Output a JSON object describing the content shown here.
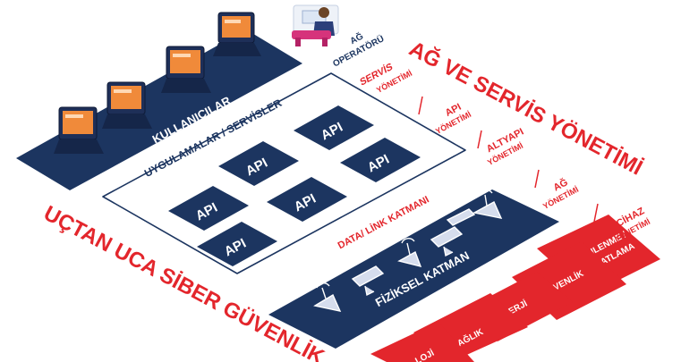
{
  "operator": {
    "line1": "AĞ",
    "line2": "OPERATÖRÜ"
  },
  "users_label": "KULLANICILAR",
  "apps_label": "UYGULAMALAR / SERVİSLER",
  "api_label": "API",
  "data_link_label": "DATA/ LİNK KATMANI",
  "physical_label": "FİZİKSEL KATMAN",
  "title_right": "AĞ VE SERVİS YÖNETİMİ",
  "title_left": "UÇTAN UCA SİBER GÜVENLİK",
  "management": [
    {
      "line1": "SERVİS",
      "line2": "YÖNETİMİ"
    },
    {
      "line1": "API",
      "line2": "YÖNETİMİ"
    },
    {
      "line1": "ALTYAPI",
      "line2": "YÖNETİMİ"
    },
    {
      "line1": "AĞ",
      "line2": "YÖNETİMİ"
    },
    {
      "line1": "CİHAZ",
      "line2": "YÖNETİMİ"
    }
  ],
  "sectors": [
    {
      "line1": "DİNLENME /",
      "line2": "RAHATLAMA"
    },
    {
      "line1": "GÜVENLİK",
      "line2": ""
    },
    {
      "line1": "ENERJİ",
      "line2": ""
    },
    {
      "line1": "SAĞLIK",
      "line2": ""
    },
    {
      "line1": "LOJİ",
      "line2": ""
    }
  ],
  "colors": {
    "navy": "#1c3560",
    "red": "#e3262c",
    "orange": "#f07a2a"
  }
}
